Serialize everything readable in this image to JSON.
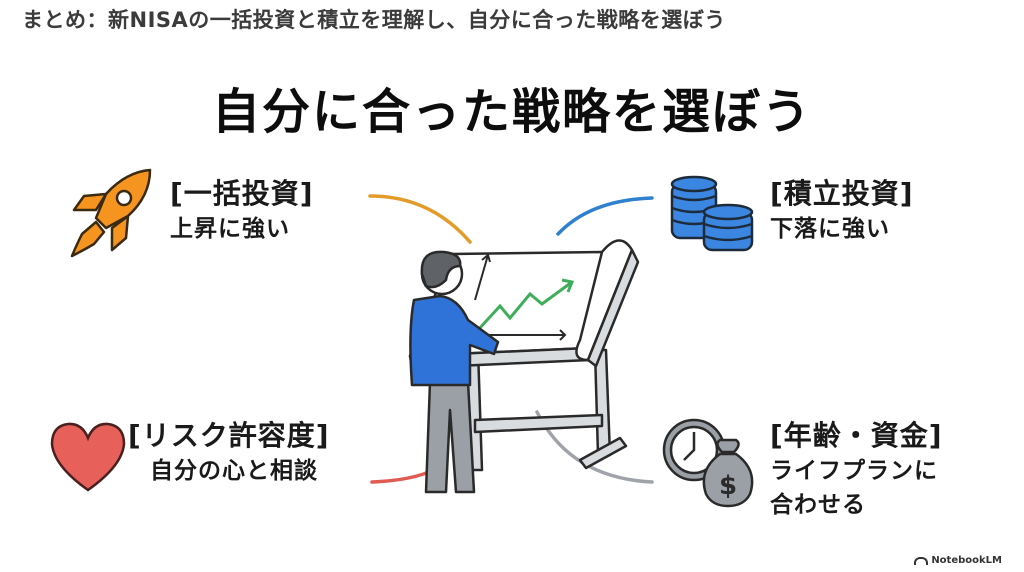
{
  "header": {
    "title": "まとめ：新NISAの一括投資と積立を理解し、自分に合った戦略を選ぼう"
  },
  "main": {
    "title": "自分に合った戦略を選ぼう"
  },
  "blocks": [
    {
      "id": "lump-sum",
      "label": "[一括投資]",
      "desc": [
        "上昇に強い"
      ],
      "icon": "rocket-icon",
      "accent": "#f2941f",
      "position": "top-left"
    },
    {
      "id": "dca",
      "label": "[積立投資]",
      "desc": [
        "下落に強い"
      ],
      "icon": "coin-stack-icon",
      "accent": "#3b82d6",
      "position": "top-right"
    },
    {
      "id": "risk",
      "label": "[リスク許容度]",
      "desc": [
        "自分の心と相談"
      ],
      "icon": "heart-icon",
      "accent": "#e8605a",
      "position": "bottom-left"
    },
    {
      "id": "age-funds",
      "label": "[年齢・資金]",
      "desc": [
        "ライフプランに",
        "合わせる"
      ],
      "icon": "clock-money-bag-icon",
      "accent": "#9a9fa6",
      "position": "bottom-right"
    }
  ],
  "illustration": {
    "subject": "person-at-drafting-table-with-rising-chart",
    "colors": {
      "shirt": "#2f72d8",
      "pants": "#9aa0a6",
      "hair": "#5f6368",
      "chart_line": "#3fae5a"
    }
  },
  "watermark": {
    "text": "NotebookLM"
  }
}
